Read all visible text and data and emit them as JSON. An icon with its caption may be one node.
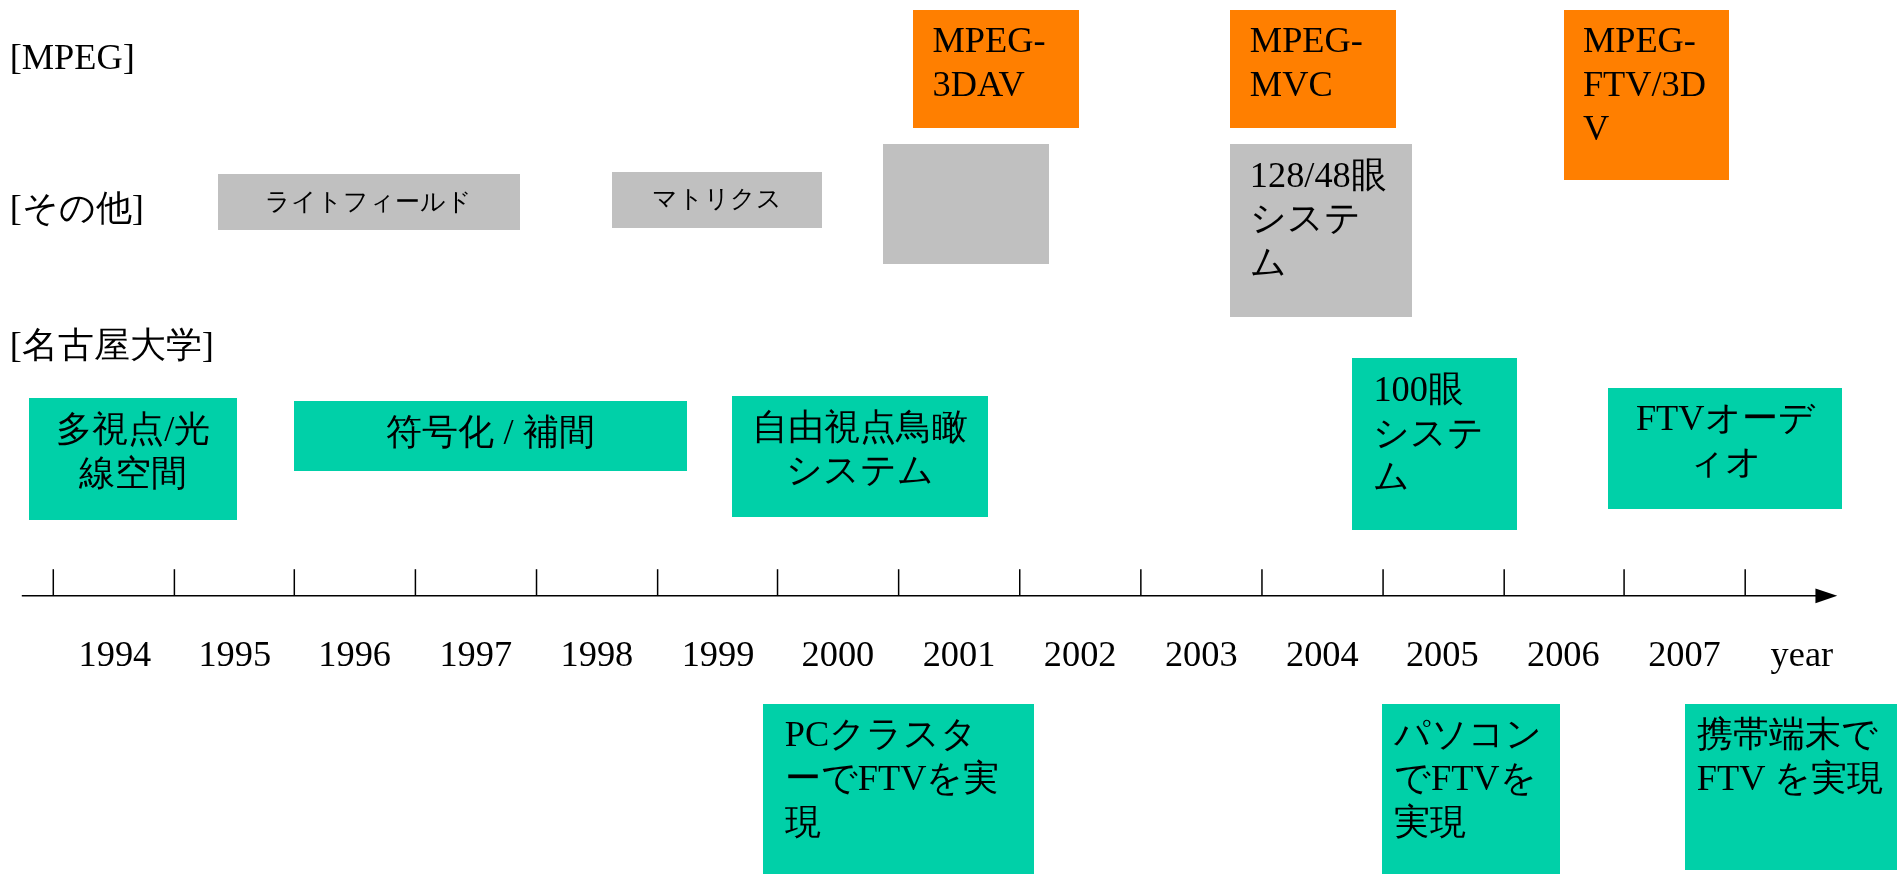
{
  "diagram": {
    "nodes": [
      {
        "text": [
          "MPEG-3DAV"
        ]
      },
      {
        "text": [
          "MPEG-MVC"
        ]
      },
      {
        "text": [
          "MPEG-FTV/3DV"
        ]
      },
      {
        "text": [
          "ライトフィールド"
        ]
      },
      {
        "text": [
          "マトリクス"
        ]
      },
      {
        "text": [],
        "shape": "box"
      },
      {
        "text": [
          "128/48眼システム"
        ]
      },
      {
        "text": [
          "多視点/光線空間"
        ]
      },
      {
        "text": [
          "符号化 / 補間"
        ]
      },
      {
        "text": [
          "自由視点鳥瞰システム"
        ]
      },
      {
        "text": [
          "100眼システム"
        ]
      },
      {
        "text": [
          "FTVオーディオ"
        ]
      },
      {
        "text": [
          "PCクラスターでFTVを実現"
        ]
      },
      {
        "text": [
          "パソコンでFTVを実現"
        ]
      },
      {
        "text": [
          "携帯端末でFTV を実現"
        ]
      }
    ],
    "edges": [],
    "labels": [
      "[MPEG]",
      "[その他]",
      "[名古屋大学]",
      "1994",
      "1995",
      "1996",
      "1997",
      "1998",
      "1999",
      "2000",
      "2001",
      "2002",
      "2003",
      "2004",
      "2005",
      "2006",
      "2007",
      "year"
    ]
  }
}
